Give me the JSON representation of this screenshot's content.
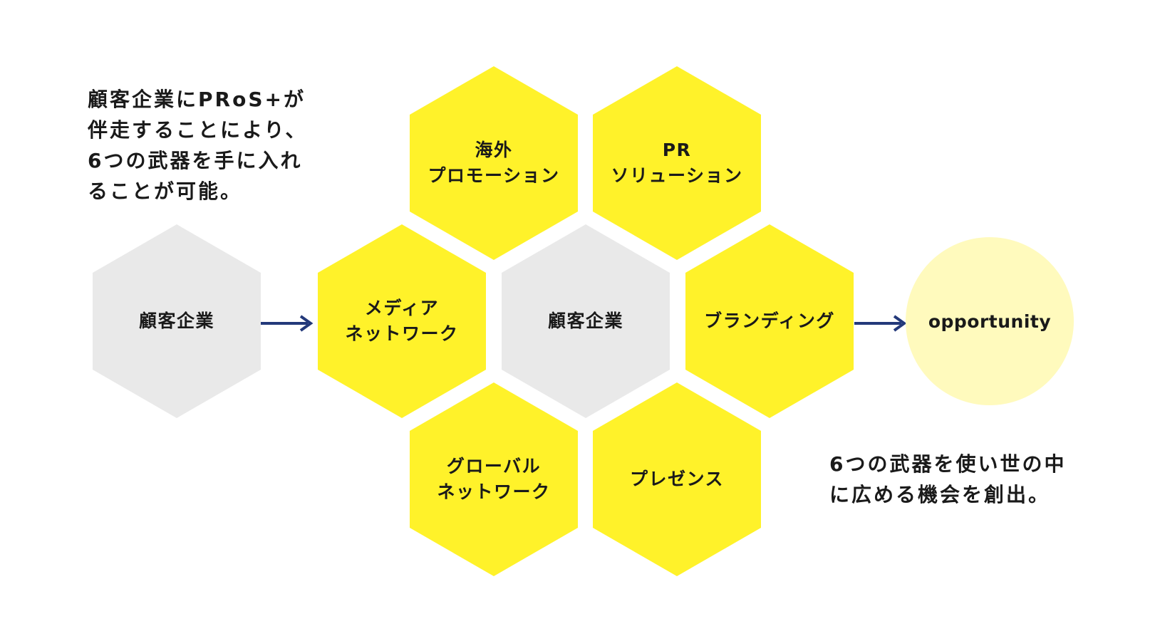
{
  "intro_text": "顧客企業にPRoS+が\n伴走することにより、\n6つの武器を手に入れ\nることが可能。",
  "outro_text": "6つの武器を使い世の中\nに広める機会を創出。",
  "hexagons": {
    "client_left": "顧客企業",
    "overseas_promotion": "海外\nプロモーション",
    "pr_solution": "PR\nソリューション",
    "media_network": "メディア\nネットワーク",
    "client_center": "顧客企業",
    "branding": "ブランディング",
    "global_network": "グローバル\nネットワーク",
    "presence": "プレゼンス"
  },
  "outcome_label": "opportunity",
  "colors": {
    "weapon_hex": "#fff22a",
    "client_hex": "#e9e9e9",
    "outcome_circle": "#fffabd",
    "arrow": "#23397a",
    "text": "#1a1a1a"
  }
}
